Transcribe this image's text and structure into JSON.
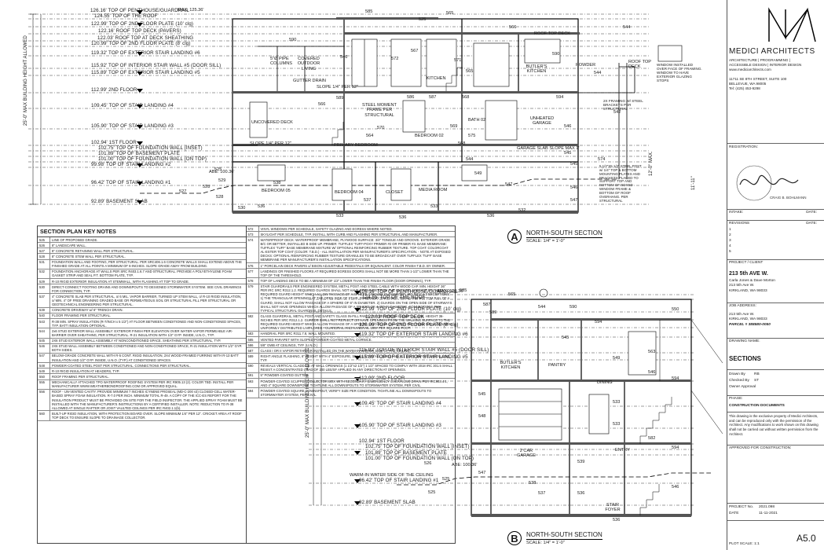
{
  "section_a": {
    "letter": "A",
    "title": "NORTH-SOUTH SECTION",
    "scale": "SCALE: 1/4\" = 1'-0\"",
    "max_height_label": "25'-0\" MAX BUILDING HEIGHT ALLOWED",
    "levels": [
      "126.16' TOP OF PENTHOUSE/GUARDRAIL",
      "124.55' TOP OF THE ROOF",
      "122.99' TOP OF 2ND FLOOR PLATE (10' clg)",
      "122.16' ROOF TOP DECK (PAVERS)",
      "122.03' ROOF TOP AT DECK SHEATHING",
      "120.99' TOP OF 2ND FLOOR PLATE (8' clg)",
      "119.32' TOP OF EXTERIOR STAIR LANDING #6",
      "115.92' TOP OF INTERIOR STAIR WALL #5 (DOOR SILL)",
      "115.89' TOP OF EXTERIOR STAIR LANDING #5",
      "112.99' 2ND FLOOR",
      "109.45' TOP OF STAIR LANDING #4",
      "105.90' TOP OF STAIR LANDING #3",
      "102.94' 1ST FLOOR",
      "102.75' TOP OF FOUNDATION WALL (INSET)",
      "101.89' TOP OF BASEMENT PLATE",
      "101.00' TOP OF FOUNDATION WALL (ON TOP)",
      "99.98' TOP OF STAIR LANDING #2",
      "96.42' TOP OF STAIR LANDING #1",
      "92.89' BASEMENT SLAB"
    ],
    "abe": "ABE: 100.36'",
    "max": "MAX. 125.36'",
    "rooms": [
      "ROOF TOP DECK",
      "COVERED OUTDOOR LIVING",
      "BUTLER'S KITCHEN",
      "POWDER",
      "KITCHEN",
      "STEEL MOMENT FRAME PER STRUCTURAL",
      "UNCOVERED DECK",
      "BATH 02",
      "UNHEATED GARAGE",
      "BEDROOM 02",
      "PRIMARY BEDROOM",
      "BEDROOM 05",
      "BEDROOM 04",
      "CLOSET",
      "MEDIA ROOM"
    ],
    "notes": [
      "GARAGE SLAB SLOPE MAX 1'",
      "SLOPE 1/4\" PER 12\"",
      "GUTTER DRAIN",
      "5\"Ø PIPE COLUMNS",
      "SLOPE 1/4\" PER 12\"",
      "ROOF TOP DECK",
      "WINDOW INSTALLED OVER FACE OF FRAMING. WINDOW TO HAVE EXTERIOR GLAZING STOPS",
      "2X FRAMING W/ STEEL BRACKETS PER STRUCTURAL",
      "5 1/2\"X5 1/2\" STEEL POST w/ 1/4\" TOP & BOTTOM MOUNTING PLATES AND BRACKETS PLACED TO SUPPORT TOP AND BOTTOM OF BOXED WINDOW FRAME & BOTTOM OF ROOF OVERHANG. PER STRUCTURAL",
      "11'-11\"",
      "12'-0\" MAX."
    ],
    "tags": [
      "585",
      "565",
      "525",
      "590",
      "566",
      "544",
      "546",
      "590",
      "544",
      "542",
      "567",
      "565",
      "589",
      "572",
      "571",
      "586",
      "587",
      "568",
      "594",
      "566",
      "569",
      "546",
      "570",
      "564",
      "575",
      "568",
      "529",
      "527",
      "528",
      "530",
      "537",
      "547",
      "538",
      "536",
      "533",
      "533",
      "536",
      "545",
      "544",
      "545",
      "549",
      "546",
      "574",
      "547",
      "536",
      "532",
      "525",
      "528"
    ]
  },
  "section_b": {
    "letter": "B",
    "title": "NORTH-SOUTH SECTION",
    "scale": "SCALE: 1/4\" = 1'-0\"",
    "max_height_label": "25'-0\" MAX BUILDING HEIGHT ALLOWED",
    "levels": [
      "126.16' TOP OF PENTHOUSE/GUARDRAIL",
      "124.55' TOP OF THE ROOF",
      "122.99' TOP OF 2ND FLOOR PLATE (10' clg)",
      "122.03' ROOF TOP DECK",
      "120.99' TOP OF 2ND FLOOR PLATE (8' clg)",
      "119.32' TOP OF EXTERIOR STAIR LANDING #6",
      "115.92' TOP OF INTERIOR STAIR WALL #5 (DOOR SILL)",
      "115.89' TOP OF EXTERIOR STAIR LANDING #5",
      "112.99' 2ND FLOOR",
      "109.45' TOP OF STAIR LANDING #4",
      "105.90' TOP OF STAIR LANDING #3",
      "102.94' 1ST FLOOR",
      "101.89' TOP OF BASEMENT PLATE",
      "101.00' TOP OF FOUNDATION WALL (ON TOP)",
      "96.42' TOP OF STAIR LANDING #1",
      "92.89' BASEMENT SLAB",
      "102.75' TOP OF FOUNDATION WALL (INSET)"
    ],
    "abe": "ABE: 100.36'",
    "max": "MAX. 125.36'",
    "rooms": [
      "BUTLER'S KITCHEN",
      "PANTRY",
      "DINING",
      "2 CAR GARAGE",
      "ENTRY",
      "STAIR FOYER",
      "WARM-IN WATER SIDE OF THE CEILING"
    ],
    "tags": [
      "585",
      "565",
      "587",
      "589",
      "544",
      "590",
      "594",
      "545",
      "563",
      "549",
      "546",
      "545",
      "594",
      "533",
      "525",
      "548",
      "547",
      "539",
      "536",
      "537",
      "533",
      "582",
      "538",
      "526",
      "525",
      "594",
      "536",
      "546",
      "550"
    ]
  },
  "keynotes": {
    "title": "SECTION PLAN KEY NOTES",
    "left": [
      {
        "n": "525",
        "t": "LINE OF PROPOSED GRADE."
      },
      {
        "n": "526",
        "t": "8\" LANDSCAPE WALL."
      },
      {
        "n": "527",
        "t": "8\" CONCRETE RETAINING WALL PER STRUCTURAL."
      },
      {
        "n": "528",
        "t": "8\" CONCRETE STEM WALL PER STRUCTURAL."
      },
      {
        "n": "531",
        "t": "FOUNDATION WALL AND FOOTING, PER STRUCTURAL. PER SRC406.1.6 CONCRETE WALLS SHALL EXTEND ABOVE THE FINISHED GRADE AT ALL POINTS A MINIMUM OF 6-INCHES. SLOPE GRADE AWAY FROM BUILDING."
      },
      {
        "n": "532",
        "t": "FOUNDATION ANCHORAGE AT WALLS PER SRC R403.1.6.7 AND STRUCTURAL. PROVIDE A POLYETHYLENE FOAM GASKET STRIP AND SEAL P.T. BOTTOM PLATE, TYP."
      },
      {
        "n": "529",
        "t": "R-10 RIGID EXTERIOR INSULATION AT STEMWALL, WITH FLASHING AT TOP TO GRADE."
      },
      {
        "n": "530",
        "t": "DIRECT-CONNECT FOOTING DRAINS AND DOWNSPOUTS TO DESIGNED STORMWATER SYSTEM. SEE CIVIL DRAWINGS FOR CONNECTION, TYP."
      },
      {
        "n": "537",
        "t": "4\" CONCRETE SLAB PER STRUCTURAL, o/ 6 MIL. VAPOR BARRIER, TURNED UP STEM WALL, o/ R-10 RIGID INSULATION, o/ MIN. 4\" OF FREE DRAINING GRADED BASE OR PERMEATEOUS SOIL OR STRUCTURAL FILL PER STRUCTURAL OR GEOTECHNICAL ENGINEERING PER STRUCTURAL."
      },
      {
        "n": "539",
        "t": "CONCRETE DRIVEWAY w/ 6\" TRENCH DRAIN."
      },
      {
        "n": "540",
        "t": "FLOOR FRAMING PER STRUCTURAL."
      },
      {
        "n": "543",
        "t": "R-38 MIN. SPRAY INSULATION (R-7/INCH x 5 1/2\") AT FLOOR BETWEEN CONDITIONED AND NON-CONDITIONED SPACES, TYP. BATT INSULATION OPTIONAL."
      },
      {
        "n": "544",
        "t": "2x6 STUD EXTERIOR WALL ASSEMBLY: EXTERIOR FINISH PER ELEVATION OVER WATER-VAPOR PERMEABLE AIR-BARRIER OVER SHEATHING, PER STRUCTURAL. R-21 INSULATION WITH 1/2\" GYP. INSIDE, U.N.O., TYP."
      },
      {
        "n": "545",
        "t": "2X6 STUD EXTERIOR WALL ASSEMBLY AT NONCONDITIONED SPACE. SHEATHING PER STRUCTURAL, TYP."
      },
      {
        "n": "546",
        "t": "2X6 STUD WALL ASSEMBLY BETWEEN CONDITIONED AND NON-CONDITIONED SPACE, R-21 INSULATION WITH 1/2\" GYP. BOTH SIDES."
      },
      {
        "n": "547",
        "t": "BELOW-GRADE CONCRETE WALL WITH R-5 CONT. RIGID INSULATION, 2X4 WOOD-FRAMED FURRING WITH R-13 BATT INSULATION AND 1/2\" GYP. INSIDE, U.N.O. (TYP.) AT CONDITIONED SPACES."
      },
      {
        "n": "548",
        "t": "POWDER-COATED STEEL POST PER STRUCTURAL. CONNECTIONS PER STRUCTURAL."
      },
      {
        "n": "549",
        "t": "R-10 RIGID INSULATION AT HEADERS, TYP."
      },
      {
        "n": "550",
        "t": "ROOF FRAMING PER STRUCTURAL."
      },
      {
        "n": "555",
        "t": "MECHANICALLY ATTACHED TPO WATERPROOF ROOFING SYSTEM PER IRC R905.13 (2). COLOR TBD. INSTALL PER MANUFACTURER WWW.WEATHERBONDROOFING.COM OR APPROVED EQUAL."
      },
      {
        "n": "556",
        "t": "ROOF - UN-VENTED CAVITY. PROVIDE MINIMUM 7 INCHES ICYNENE PROSEAL (MD-C-200 v3) CLOSED-CELL WATER-BASED SPRAY FOAM INSULATION. R-7.0 PER INCH. MINIMUM TOTAL R-49. A COPY OF THE ICC-ES REPORT FOR THE INSULATION PRODUCT MUST BE PROVIDED ON SITE FOR THE FIELD INSPECTOR. THE APPLIED SPRAY FOAM MUST BE INSTALLED WITH THE MANUFACTURER'S INSTRUCTIONS BY A CERTIFIED INSTALLER. NOTE: REDUCTION TO R-38 ALLOWED AT SINGLE RAFTER OR JOIST VAULTED CEILINGS PER IRC R402.1.1(b)."
      },
      {
        "n": "560",
        "t": "BUILT-UP RIGID INSULATION, WITH PROTECTION BOARD OVER. SLOPE MINIMUM 1/4\" PER 12\". CRICKET AREA AT ROOF TOP DECK TO ENSURE SLOPE TO DRAINAGE COLLECTOR."
      }
    ],
    "right": [
      {
        "n": "572",
        "t": "VINYL WINDOWS PER SCHEDULE, SAFETY GLAZING AND EGRESS WHERE NOTED."
      },
      {
        "n": "573",
        "t": "SKYLIGHT PER SCHEDULE, TYP. INSTALL WITH CURB AND FLASHING PER STRUCTURAL AND MANUFACTURER."
      },
      {
        "n": "574",
        "t": "WATERPROOF DECK: WATERPROOF MEMBRANE, PLYWOOD SURFACE: 3/4\" TONGUE AND GROOVE. EXTERIOR GRADE B/C OR BETTER, INSTALLED B SIDE UP. PRIMER: TUFFLEX 'TUFF-POXY PRIMER #2 OR PRIMER #3. BASE MEMBRANE: TUFFLEX 'TUFF' BASE MEMBRANE MIXTURE W/ OPTIONAL REINFORCING RUBBER TEXTURE. TOP COAT: COLORCOAT AL-ESTER TOP COAT (COLOR: T.B.D.) - ALL INSTALLATION PER MANUFACTURER'S SPECIFICATION. - NOTE AT EXPOSED DECKS: OPTIONAL REINFORCING RUBBER TEXTURE GRANULES TO BE BROADCAST OVER TUFFLEX 'TUFF' BASE MEMBRANE PER MANUFACTURER'S INSTALLATION SPECIFICATIONS."
      },
      {
        "n": "576",
        "t": "1\" PORCELAIN DECK PAVERS o/ BISON ADJUSTABLE PEDESTALS OR EQUIVALENT. COLOR FINISH T.B.D. BY OWNER."
      },
      {
        "n": "577",
        "t": "LANDINGS OR FINISHED FLOORS AT REQUIRED EGRESS DOORS SHALL NOT BE MORE THAN 1-1/2\" LOWER THAN THE TOP OF THE THRESHOLD."
      },
      {
        "n": "578",
        "t": "TOP OF LANDING DECK TO BE A MINIMUM OF 1/2\" LOWER THAN THE FINISH FLOOR (DOOR OPENING), TYP."
      },
      {
        "n": "579",
        "t": "STAIR GUARDRAILS PER ENGINEERED SYSTEM, METAL POST AND STEEL CABLE WITH WOOD CAP. MIN. HEIGHT 36\" PER IRC SRC R312.1.2. REQUIRED GUARDS SHALL NOT HAVE OPENINGS FROM THE WALKING SURFACE TO THE REQUIRED GUARD HEIGHT WHICH ALLOW PASSAGE OF A SPHERE 4 INCHES IN DIAMETER. IRC R312.1.3 EXCEPTIONS: 1) THE TRIANGULAR OPENINGS AT THE OPEN SIDE OF STAIR, FORMED BY THE RISER, TREAD AND BOTTOM RAIL OF A GUARD, SHALL NOT ALLOW PASSAGE OF A SPHERE OF 6\" IN DIAMETER. 2) GUARDS ON THE OPEN SIDE OF STAIRWAYS SHALL NOT HAVE OPENINGS WHICH ALLOW PASSAGE OF A SPHERE OF 4-3/8\" IN DIAMETER. CONNECTIONS PER TYPICAL STRUCTURAL GUARDRAIL DETAILS."
      },
      {
        "n": "582",
        "t": "GLASS GUARDRAIL, METAL POST AND SAFETY GLASS IN-FILL PANEL PER DEFERRED SUBMITTAL, MIN. HEIGHT 36-INCHES PER SRC R312.1.2. GUARDS SHALL NOT REFLECT OR HAVE OPENINGS FROM THE WALKING SURFACE TO THE REQUIRED GUARD HEIGHT WHICH ALLOW PASSAGE OF A SPHERE 4 INCHES IN DIAMETER. PER TABLE R301.5 MINIMUM UNIFORMLY DISTRIBUTED LIVE LOADS - GUARDRAIL AND HANDRAIL 200# PER SQUARE FOOT."
      },
      {
        "n": "583",
        "t": "HANDRAIL PER SRC R311.7.8, WALL MOUNTED."
      },
      {
        "n": "585",
        "t": "VENTED PARAPET WITH SLOPED POWDER-COATED METAL CORNICE."
      },
      {
        "n": "586",
        "t": "5/8\" GWB AT CEILINGS, TYP. (U.N.O.)"
      },
      {
        "n": "587",
        "t": "CLASS I OR II VAPOR RETARDER INSTALLED ON THE WARM-IN-WINTER SIDE OF THE CEILING."
      },
      {
        "n": "589",
        "t": "RIGHT ANGLE FLASHING, 6\" HEIGHT WITH 4\" EXPOSURE, SEAL & STAIN ALL SIDES AND ALL CUTS BEFORE INSTALLING, TYP."
      },
      {
        "n": "590",
        "t": "REVEALS VERTICAL CLADDING AT WALL OPENINGS (1 1/2\"x2 1/2\") 1 1/2\" SPACED TO COMPLY WITH 2018 IRC 301.5 SHALL RESIST A CONCENTRATED LOAD OF 200 LBS/SF APPLIED IN ANY DIRECTION AT OPENINGS."
      },
      {
        "n": "591",
        "t": "5\" POWDER-COATED GUTTER."
      },
      {
        "n": "593",
        "t": "POWDER-COATED SCUPPER COLLECTOR BOX WITH SECONDARY (EMERGENCY OVERFLOW) DRAIN PER IRC903.4.1, AND 4\" SQUARE DOWNSPOUT. TIGHTLINE ALL DOWNSPOUTS TO STORMWATER SYSTEM, PER CIVIL."
      },
      {
        "n": "594",
        "t": "POWDER-COATED SQUARE DOWNSPOUT, VERIFY SIZE PER CONDITION. TIGHTLINE ALL DOWNSPOUTS TO STORMWATER SYSTEM, PER CIVIL."
      }
    ]
  },
  "titleblock": {
    "firm": "MEDICI ARCHITECTS",
    "services": [
      "ARCHITECTURE | PROGRAMMING |",
      "ACCESSIBLE DESIGN | INTERIOR DESIGN",
      "www.mediciarchitects.com"
    ],
    "address": [
      "11711 SE 8TH STREET, SUITE 100",
      "BELLEVUE, WA 98005",
      "Tel: (425) 453-9298"
    ],
    "registration": "REGISTRATION:",
    "stamp_name": "CRAIG B. BOHLMANN",
    "intake": "INTAKE:",
    "date": "DATE:",
    "revisions": "REVISIONS",
    "rev_nums": [
      "1",
      "2",
      "3",
      "4",
      "5"
    ],
    "project_client": "PROJECT / CLIENT",
    "project_name": "213 5th AVE W.",
    "client_lines": [
      "Carla Jones & Dave Morton",
      "213 5th Ave W.",
      "KIRKLAND, WA 98033"
    ],
    "job_address_label": "JOB ADDRESS:",
    "job_address": [
      "213 5th Ave W.",
      "KIRKLAND, WA 98033"
    ],
    "parcel": "PARCEL # 388580-0050",
    "drawing_name_label": "DRAWING NAME:",
    "drawing_name": "SECTIONS",
    "drawn_by": "Drawn By",
    "drawn_by_val": "RB",
    "checked_by": "Checked By",
    "checked_by_val": "ST",
    "owner_approval": "Owner Approval",
    "phase_label": "PHASE:",
    "phase": "CONSTRUCTION DOCUMENTS",
    "disclaimer": "This drawing is the exclusive property of Medici Architects, and can be reproduced only with the permission of the Architect. Any modifications to work shown on this drawing shall not be carried out without written permission from the Architect.",
    "approved": "APPROVED FOR CONSTRUCTION:",
    "project_no_label": "PROJECT No.",
    "project_no": "2021.098",
    "date_label": "DATE",
    "date_val": "11-11-2021",
    "plot_scale": "PLOT SCALE: 1:1",
    "sheet": "A5.0"
  }
}
